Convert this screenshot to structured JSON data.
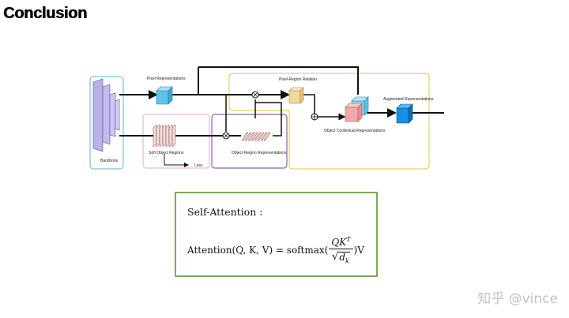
{
  "slide": {
    "title": "Conclusion",
    "watermark": "知乎 @vince"
  },
  "diagram": {
    "labels": {
      "backbone": "Backbone",
      "pixel_representations": "Pixel Representations",
      "soft_object_regions": "Soft Object Regions",
      "loss": "Loss",
      "object_region_representations": "Object Region Representations",
      "pixel_region_relation": "Pixel-Region Relation",
      "object_contextual_representations": "Object Contextual Representations",
      "augmented_representations": "Augmented Representations"
    },
    "colors": {
      "backbone_box": "#5ab9c7",
      "soft_regions_box": "#e9a7c6",
      "object_regions_box": "#8b5fb8",
      "relation_box": "#e2c640",
      "pixel_cube": "#5ec3ea",
      "relation_cube": "#f2d79a",
      "contextual_cube_front": "#f2a8a8",
      "contextual_cube_back": "#8fd8ec",
      "augmented_cube": "#1a8fe0",
      "backbone_layers": "#b8b2e8",
      "formula_border": "#7daa55"
    },
    "icons": [
      "multiply-operator-icon",
      "concat-operator-icon"
    ]
  },
  "formula": {
    "label": "Self-Attention :",
    "lhs": "Attention(Q, K, V) = softmax(",
    "numerator": "QK",
    "numerator_sup": "T",
    "denominator": "d",
    "denominator_sub": "k",
    "rhs": ")V"
  }
}
